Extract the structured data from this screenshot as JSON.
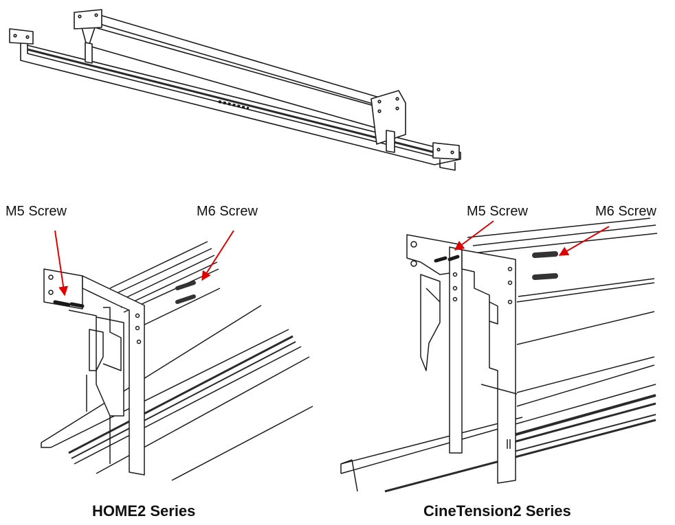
{
  "panels": {
    "overview": {},
    "left": {
      "caption": "HOME2 Series",
      "callouts": [
        {
          "label": "M5 Screw"
        },
        {
          "label": "M6 Screw"
        }
      ]
    },
    "right": {
      "caption": "CineTension2 Series",
      "callouts": [
        {
          "label": "M5 Screw"
        },
        {
          "label": "M6 Screw"
        }
      ]
    }
  },
  "colors": {
    "line": "#1a1a1a",
    "arrow": "#e00000",
    "fill": "#ffffff",
    "shade": "#2a2a2a"
  }
}
